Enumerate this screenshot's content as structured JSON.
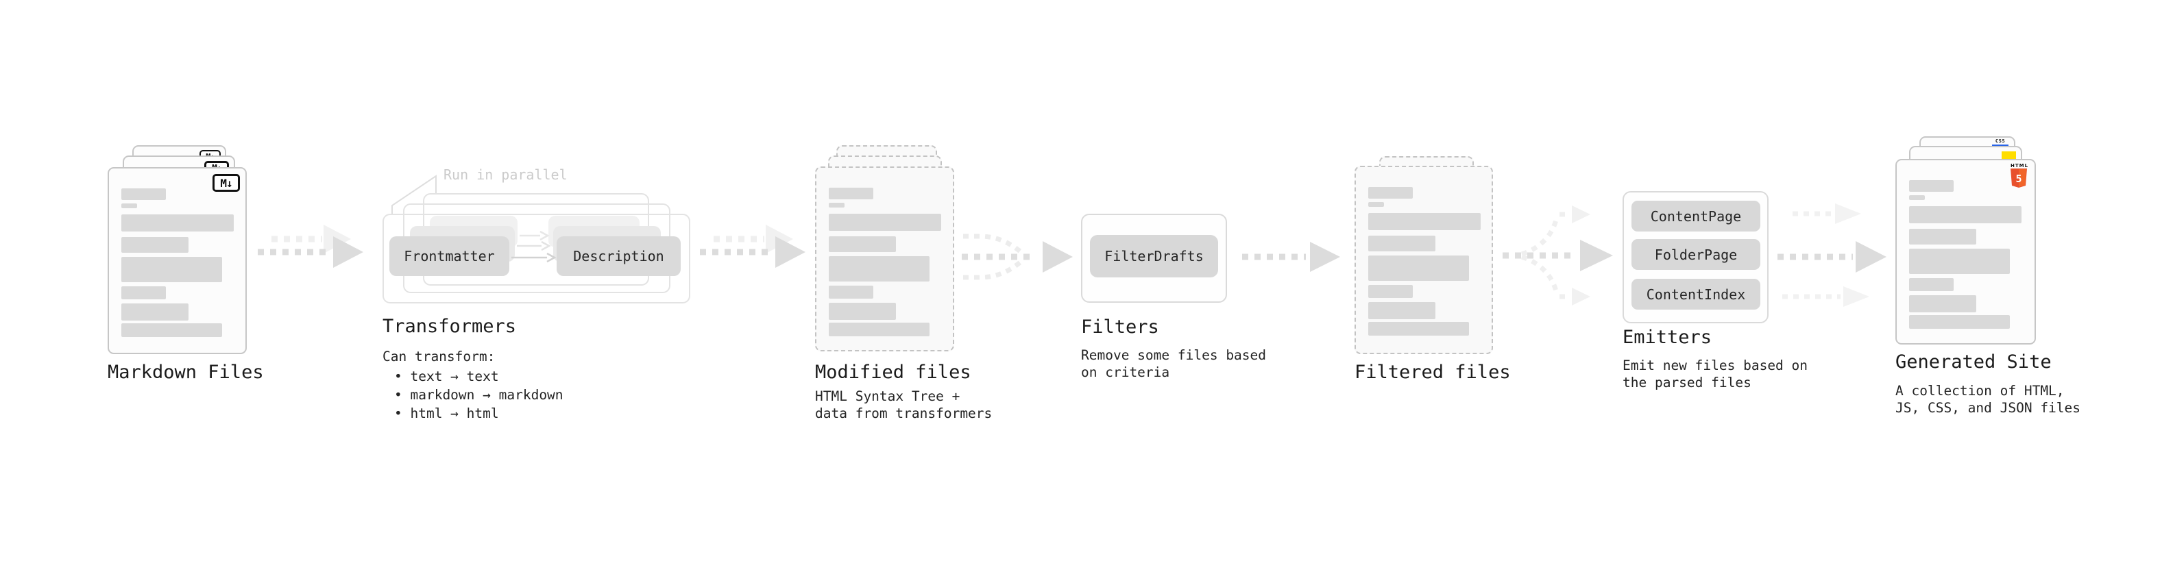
{
  "palette": {
    "html5_orange": "#e8502c",
    "js_yellow": "#ffdd00",
    "css_blue": "#2864e8",
    "skeleton_gray": "#d9d9d9",
    "chip_gray": "#dadada",
    "arrow_dark": "#dcdcdc",
    "arrow_light": "#ededed"
  },
  "stages": {
    "markdown": {
      "title": "Markdown Files",
      "badge": "M↓"
    },
    "transformers": {
      "note": "Run in parallel",
      "chip_left": "Frontmatter",
      "chip_right": "Description",
      "title": "Transformers",
      "desc": "Can transform:",
      "bullets": [
        "• text → text",
        "• markdown → markdown",
        "• html → html"
      ]
    },
    "modified": {
      "title": "Modified files",
      "subtitle": [
        "HTML Syntax Tree +",
        "data from transformers"
      ]
    },
    "filters": {
      "chip": "FilterDrafts",
      "title": "Filters",
      "subtitle": [
        "Remove some files based",
        "on criteria"
      ]
    },
    "filtered": {
      "title": "Filtered files"
    },
    "emitters": {
      "buttons": [
        "ContentPage",
        "FolderPage",
        "ContentIndex"
      ],
      "title": "Emitters",
      "subtitle": [
        "Emit new files based on",
        "the parsed files"
      ]
    },
    "generated": {
      "title": "Generated Site",
      "subtitle": [
        "A collection of HTML,",
        "JS, CSS, and JSON files"
      ],
      "css_label": "CSS",
      "html_label": "HTML",
      "html_number": "5"
    }
  }
}
